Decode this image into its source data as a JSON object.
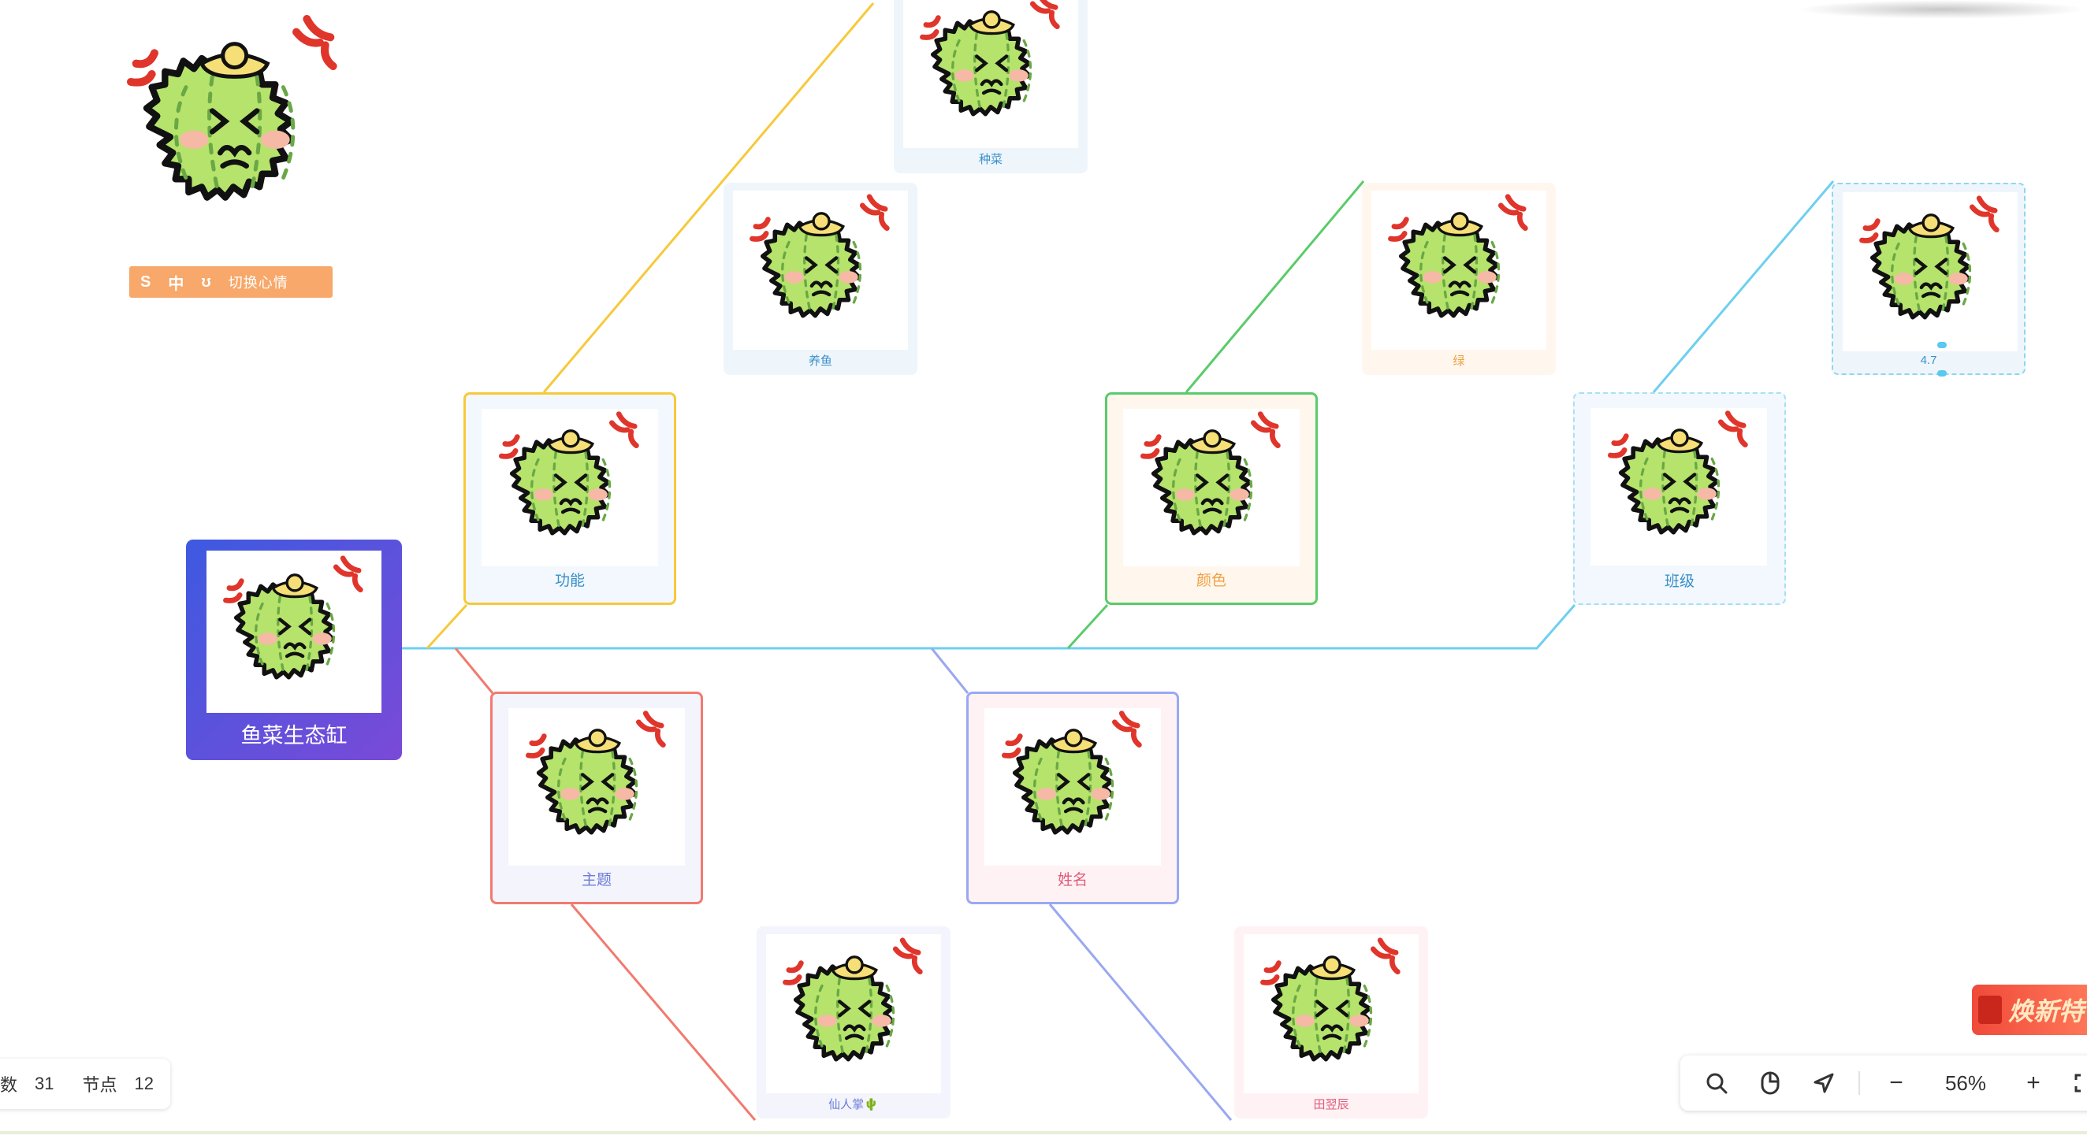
{
  "root": {
    "label": "鱼菜生态缸"
  },
  "branches": {
    "function": {
      "label": "功能",
      "color": "#f7c93a",
      "text_color": "#3a8fc9",
      "bg": "#f2f8fd"
    },
    "function_a": {
      "label": "养鱼",
      "color": "#3a8fc9",
      "bg": "#eef6fc"
    },
    "function_b": {
      "label": "种菜",
      "color": "#3a8fc9",
      "bg": "#eef6fc"
    },
    "theme": {
      "label": "主题",
      "color": "#f27a6e",
      "text_color": "#6b7bd9",
      "bg": "#f3f4fc"
    },
    "theme_a": {
      "label": "仙人掌🌵",
      "color": "#6b7bd9",
      "bg": "#f3f4fc"
    },
    "color": {
      "label": "颜色",
      "color": "#5acb6a",
      "text_color": "#f0a040",
      "bg": "#fff7ee"
    },
    "color_a": {
      "label": "绿",
      "color": "#f0a040",
      "bg": "#fff7ee"
    },
    "name": {
      "label": "姓名",
      "color": "#9aa8f2",
      "text_color": "#e05a7a",
      "bg": "#fff2f4"
    },
    "name_a": {
      "label": "田翌辰",
      "color": "#e05a7a",
      "bg": "#fff2f4"
    },
    "class": {
      "label": "班级",
      "color": "#6ecff0",
      "text_color": "#3a8fc9",
      "bg": "#f2f8fd"
    },
    "class_a": {
      "label": "4.7",
      "color": "#3a8fc9",
      "bg": "#eef6fc"
    }
  },
  "mood_bar": {
    "letter": "S",
    "middle": "中",
    "tag": "切换心情"
  },
  "stats": {
    "count_label": "数",
    "count_value": "31",
    "node_label": "节点",
    "node_value": "12"
  },
  "toolbar": {
    "zoom": "56%",
    "minus": "−",
    "plus": "+",
    "icons": [
      "search-icon",
      "mouse-icon",
      "send-icon",
      "fullscreen-icon"
    ]
  },
  "promo": {
    "label": "焕新特"
  },
  "colors": {
    "trunk": "#6ecff0",
    "cactus_body": "#b5e36b",
    "cactus_outline": "#111111",
    "angry_mark": "#e0352b",
    "flower": "#f6df77"
  }
}
